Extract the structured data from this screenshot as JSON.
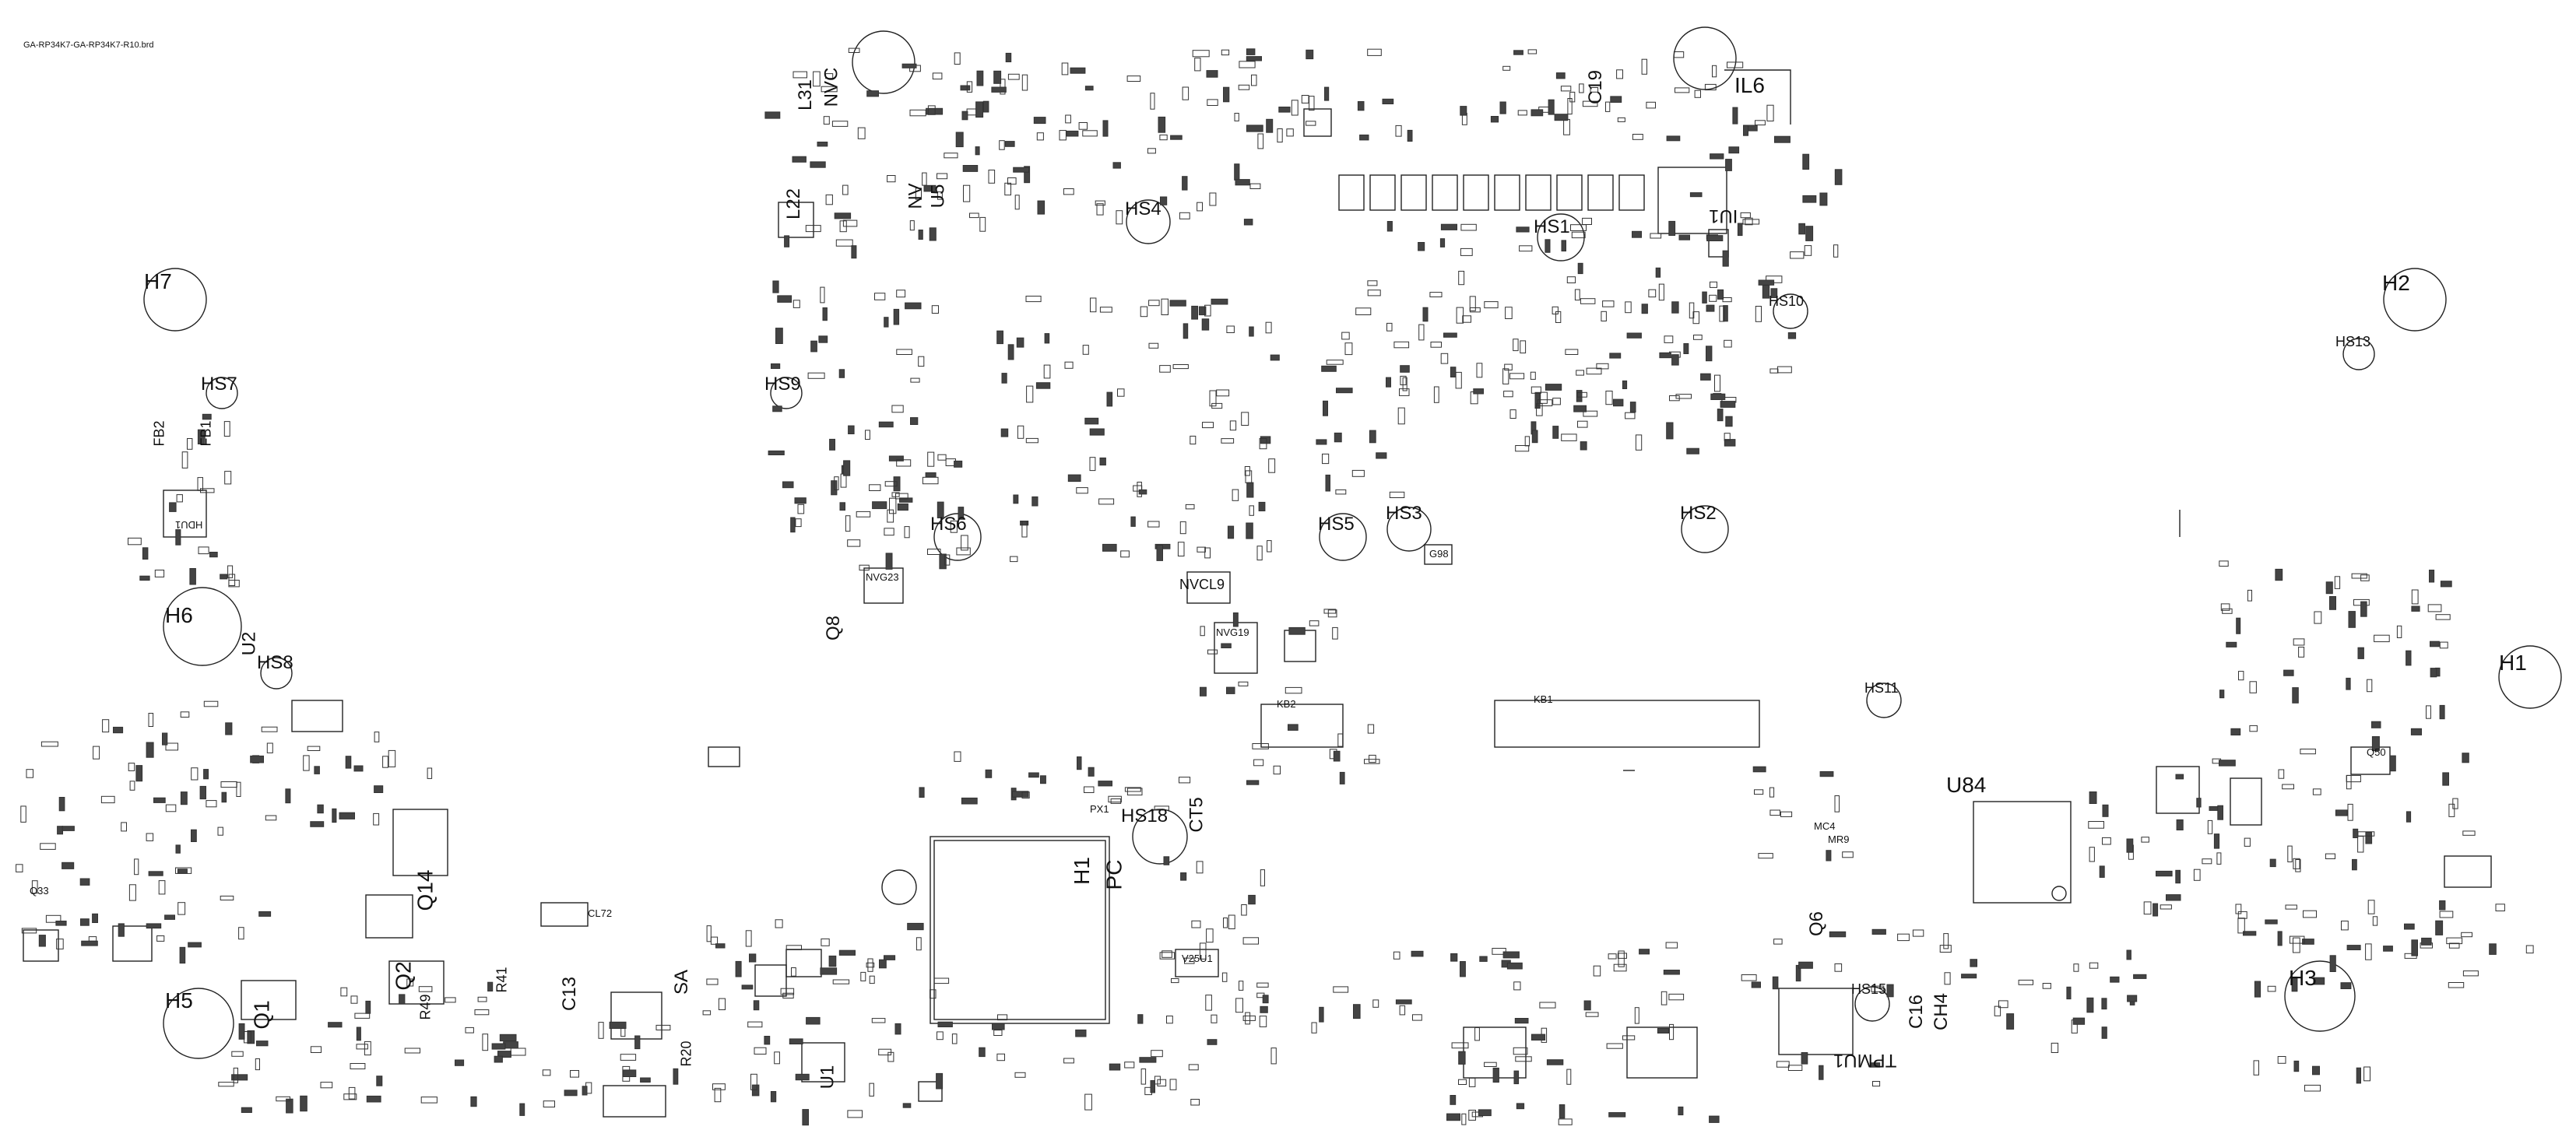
{
  "file_title": "GA-RP34K7-GA-RP34K7-R10.brd",
  "mounting_holes": [
    "H7",
    "H2",
    "H6",
    "H1",
    "H5",
    "H3"
  ],
  "heatsink_labels": [
    "HS4",
    "HS1",
    "HS9",
    "HS6",
    "HS5",
    "HS3",
    "HS2",
    "HS8",
    "HS10",
    "HS13",
    "HS11",
    "HS18",
    "HS15",
    "HS7"
  ],
  "big_labels": [
    "IL6",
    "IU1",
    "U84",
    "KB1",
    "KB2",
    "TPMU1",
    "U1",
    "NVCL9",
    "NVG19",
    "NVG23",
    "Q14",
    "Q2",
    "Q1",
    "R41",
    "R49",
    "C13",
    "R20",
    "CL72",
    "CT5",
    "PX1",
    "V25U1",
    "MC4",
    "MR9",
    "Q6",
    "C16",
    "CH4",
    "SA",
    "C19",
    "NVC",
    "L31",
    "L22",
    "NV",
    "U5",
    "PC",
    "H1",
    "HDU1",
    "FB1",
    "FB2",
    "G98",
    "Q50",
    "Q8",
    "U2",
    "Q33"
  ]
}
